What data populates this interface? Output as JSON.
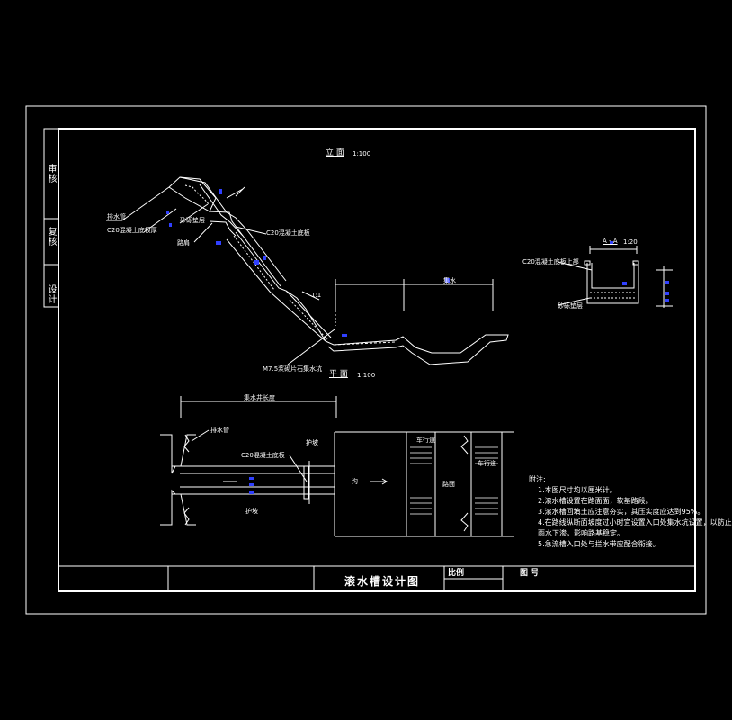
{
  "drawing": {
    "title": "滚水槽设计图",
    "scale_label": "比例",
    "drawing_no_label": "图 号"
  },
  "side_block": [
    "审核",
    "复核",
    "设计"
  ],
  "views": {
    "elevation": {
      "title": "立 面",
      "scale": "1:100"
    },
    "plan": {
      "title": "平 面",
      "scale": "1:100"
    },
    "section": {
      "title": "A - A",
      "scale": "1:20"
    }
  },
  "labels": {
    "pipe": "排水管",
    "c20_left": "C20混凝土底板厚",
    "gravel": "砂砾垫层",
    "shoulder": "路肩",
    "c20_mid": "C20混凝土底板",
    "m75": "M7.5浆砌片石集水坑",
    "slope": "1:1",
    "c20_section": "C20混凝土底板上部",
    "gravel_section": "砂砾垫层",
    "plan_pipe": "排水管",
    "plan_c20": "C20混凝土底板",
    "plan_top_dim": "集水井长度",
    "elev_dim": "集水",
    "road_left": "护坡",
    "road_left_bottom": "护坡",
    "channel": "沟",
    "roadway": "路面",
    "lane_a": "车行道",
    "lane_b": "车行道"
  },
  "notes": {
    "heading": "附注:",
    "items": [
      "1.本图尺寸均以厘米计。",
      "2.滚水槽设置在路面面，软基路段。",
      "3.滚水槽回填土应注意夯实，其压实度应达到95%。",
      "4.在路线纵断面坡度过小时宜设置入口处集水坑设置，以防止",
      "  雨水下渗，影响路基稳定。",
      "5.急流槽入口处与拦水带应配合衔接。"
    ]
  }
}
